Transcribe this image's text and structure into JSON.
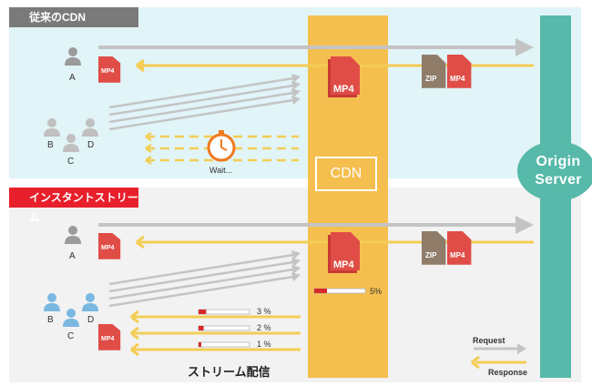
{
  "sections": {
    "traditional": {
      "label": "従来のCDN"
    },
    "instant": {
      "label": "インスタントストリーム"
    }
  },
  "cdn_label": "CDN",
  "origin": {
    "line1": "Origin",
    "line2": "Server"
  },
  "user_labels": {
    "a": "A",
    "b": "B",
    "c": "C",
    "d": "D"
  },
  "file_labels": {
    "mp4": "MP4",
    "zip": "ZIP"
  },
  "wait_label": "Wait...",
  "progress": [
    {
      "label": "5%",
      "fraction": 0.05
    },
    {
      "label": "3 %",
      "fraction": 0.03
    },
    {
      "label": "2 %",
      "fraction": 0.02
    },
    {
      "label": "1 %",
      "fraction": 0.01
    }
  ],
  "legend": {
    "request": "Request",
    "response": "Response"
  },
  "caption": "ストリーム配信",
  "colors": {
    "top_bg": "#e1f4f7",
    "bottom_bg": "#f2f2f2",
    "cdn": "#f5bf4f",
    "origin": "#56b9a9",
    "request_arrow": "#c4c4c4",
    "response_arrow": "#f3cd55",
    "file_red": "#e04d47",
    "zip_brown": "#8f7d6a",
    "user_gray": "#9b9b9b",
    "user_lightgray": "#c0c0c0",
    "user_blue": "#7ab8e2",
    "label_dark": "#7a7a7a",
    "label_red": "#e8202c",
    "timer_orange": "#ee7a1f"
  }
}
